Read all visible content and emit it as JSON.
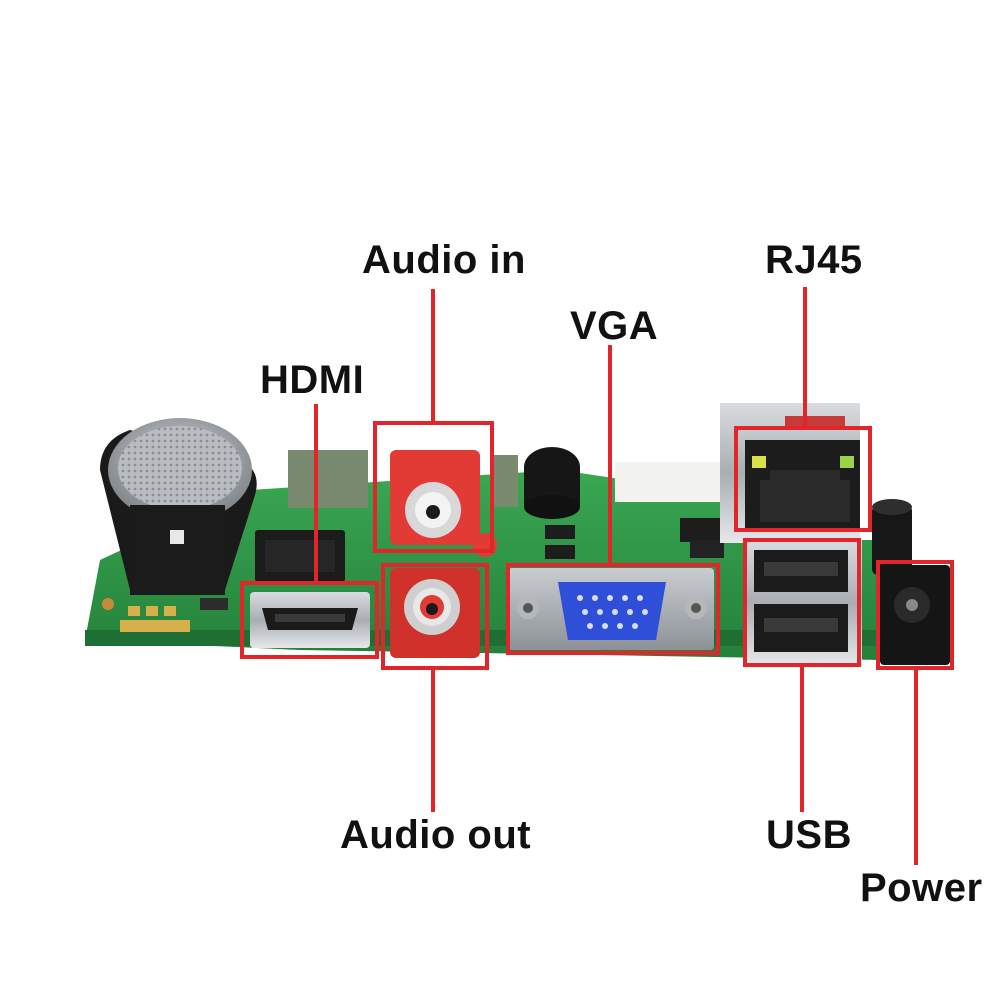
{
  "labels": {
    "audio_in": "Audio in",
    "vga": "VGA",
    "hdmi": "HDMI",
    "rj45": "RJ45",
    "audio_out": "Audio out",
    "usb": "USB",
    "power": "Power"
  },
  "colors": {
    "highlight": "#e0262b",
    "pcb": "#2f9a46",
    "label_text": "#111111",
    "rca_red": "#e23a34",
    "vga_blue": "#2f4fd8"
  }
}
